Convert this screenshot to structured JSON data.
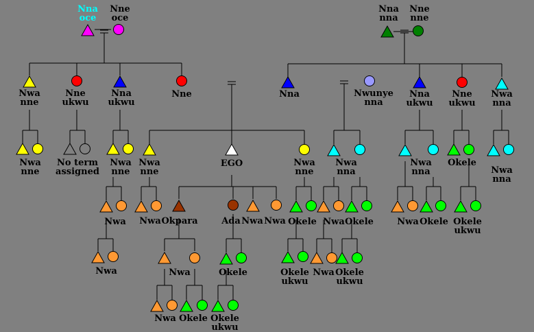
{
  "colors": {
    "background": "#808080",
    "line": "#000000",
    "magenta": "#ff00ff",
    "yellow": "#ffff00",
    "red": "#ff0000",
    "blue": "#0000ff",
    "dark_green": "#008000",
    "green": "#00ff00",
    "cyan": "#00ffff",
    "lavender": "#9999ff",
    "orange": "#ff9933",
    "brown": "#993300",
    "grey": "#808080",
    "white": "#ffffff",
    "cyan_text": "#00ffff"
  },
  "labels": {
    "nna_oce": [
      "Nna",
      "oce"
    ],
    "nne_oce": [
      "Nne",
      "oce"
    ],
    "nna_nna": [
      "Nna",
      "nna"
    ],
    "nne_nne": [
      "Nne",
      "nne"
    ],
    "nwa_nne_1": [
      "Nwa",
      "nne"
    ],
    "nne_ukwu_1": [
      "Nne",
      "ukwu"
    ],
    "nna_ukwu_1": [
      "Nna",
      "ukwu"
    ],
    "nne_1": [
      "Nne"
    ],
    "nna_1": [
      "Nna"
    ],
    "nwunye_nna": [
      "Nwunye",
      "nna"
    ],
    "nna_ukwu_2": [
      "Nna",
      "ukwu"
    ],
    "nne_ukwu_2": [
      "Nne",
      "ukwu"
    ],
    "nwa_nna_1": [
      "Nwa",
      "nna"
    ],
    "nwa_nne_2": [
      "Nwa",
      "nne"
    ],
    "no_term": [
      "No term",
      "assigned"
    ],
    "nwa_nne_3": [
      "Nwa",
      "nne"
    ],
    "nwa_nne_4": [
      "Nwa",
      "nne"
    ],
    "ego": [
      "EGO"
    ],
    "nwa_nne_5": [
      "Nwa",
      "nne"
    ],
    "nwa_nna_2": [
      "Nwa",
      "nna"
    ],
    "nwa_nna_3": [
      "Nwa",
      "nna"
    ],
    "okele_1": [
      "Okele"
    ],
    "nwa_nna_4": [
      "Nwa",
      "nna"
    ],
    "nwa_1": [
      "Nwa"
    ],
    "nwa_2": [
      "Nwa"
    ],
    "okpara": [
      "Okpara"
    ],
    "ada": [
      "Ada"
    ],
    "nwa_3": [
      "Nwa"
    ],
    "nwa_4": [
      "Nwa"
    ],
    "okele_2": [
      "Okele"
    ],
    "nwa_5": [
      "Nwa"
    ],
    "okele_3": [
      "Okele"
    ],
    "nwa_6": [
      "Nwa"
    ],
    "okele_4": [
      "Okele"
    ],
    "okele_ukwu_1": [
      "Okele",
      "ukwu"
    ],
    "nwa_7": [
      "Nwa"
    ],
    "nwa_8": [
      "Nwa"
    ],
    "okele_5": [
      "Okele"
    ],
    "okele_ukwu_2": [
      "Okele",
      "ukwu"
    ],
    "nwa_9": [
      "Nwa"
    ],
    "okele_ukwu_3": [
      "Okele",
      "ukwu"
    ],
    "nwa_10": [
      "Nwa"
    ],
    "okele_6": [
      "Okele"
    ],
    "okele_ukwu_4": [
      "Okele",
      "ukwu"
    ]
  }
}
